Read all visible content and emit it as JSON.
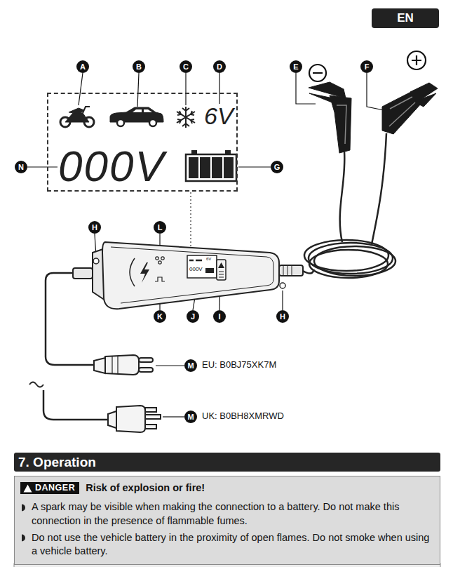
{
  "diagram": {
    "nodes": [
      {
        "text": [
          "EN"
        ]
      },
      {
        "text": [
          "A"
        ]
      },
      {
        "text": [
          "B"
        ]
      },
      {
        "text": [
          "C"
        ]
      },
      {
        "text": [
          "D"
        ]
      },
      {
        "text": [
          "E"
        ]
      },
      {
        "text": [
          "F"
        ]
      },
      {
        "text": [
          "6V",
          "000V"
        ]
      },
      {
        "text": [
          "N"
        ]
      },
      {
        "text": [
          "G"
        ]
      },
      {
        "text": [
          "H"
        ]
      },
      {
        "text": [
          "L"
        ]
      },
      {
        "text": [
          "K"
        ]
      },
      {
        "text": [
          "J"
        ]
      },
      {
        "text": [
          "I"
        ]
      },
      {
        "text": [
          "H"
        ]
      },
      {
        "text": [
          "M"
        ]
      },
      {
        "text": [
          "M"
        ]
      },
      {
        "text": [
          "7. Operation"
        ]
      },
      {
        "text": [
          "Risk of explosion or fire!",
          "A spark may be visible when making the connection to a battery. Do not make this connection in the presence of flammable fumes.",
          "Do not use the vehicle battery in the proximity of open flames. Do not smoke when using a vehicle battery."
        ]
      },
      {
        "text": [
          "DANGER"
        ],
        "in": 19
      }
    ],
    "labels": [
      "6V",
      "000V",
      "EU: B0BJ75XK7M",
      "UK: B0BH8XMRWD"
    ]
  }
}
